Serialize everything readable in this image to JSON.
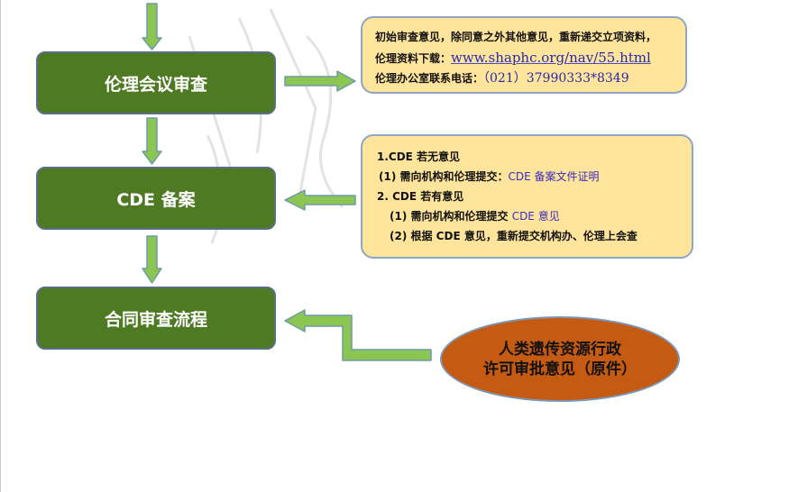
{
  "steps": [
    {
      "label": "伦理会议审查"
    },
    {
      "label": "CDE 备案"
    },
    {
      "label": "合同审查流程"
    }
  ],
  "ethics_note": {
    "line1": "初始审查意见，除同意之外其他意见，重新递交立项资料，",
    "line2_prefix": "伦理资料下载：",
    "url": "www.shaphc.org/nav/55.html",
    "line3_prefix": "伦理办公室联系电话：",
    "phone": "（021）37990333*8349"
  },
  "cde_note": {
    "no_opinion": "1.CDE 若无意见",
    "no_opinion_item_prefix": "(1) 需向机构和伦理提交：",
    "no_opinion_item_doc": "CDE 备案文件证明",
    "has_opinion": "2. CDE 若有意见",
    "has_opinion_item1_prefix": "(1) 需向机构和伦理提交 ",
    "has_opinion_item1_doc": "CDE 意见",
    "has_opinion_item2": "(2) 根据 CDE 意见，重新提交机构办、伦理上会查"
  },
  "hgr_approval": {
    "line1": "人类遗传资源行政",
    "line2": "许可审批意见（原件）"
  },
  "colors": {
    "step_fill": "#4e7a24",
    "arrow_fill": "#8bc652",
    "note_fill": "#ffe49b",
    "oval_fill": "#c55a12"
  }
}
